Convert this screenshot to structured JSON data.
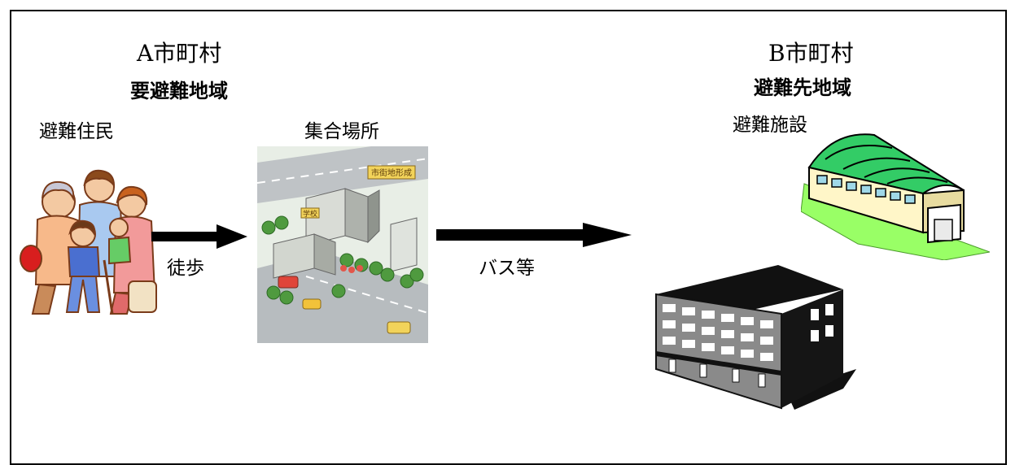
{
  "municipality_a": {
    "name": "A市町村",
    "area_label": "要避難地域",
    "residents_label": "避難住民",
    "gathering_label": "集合場所",
    "map_sign_town": "市街地形成",
    "map_sign_school": "学校"
  },
  "municipality_b": {
    "name": "B市町村",
    "area_label": "避難先地域",
    "facility_label": "避難施設"
  },
  "transport": {
    "walk_label": "徒歩",
    "bus_label": "バス等"
  },
  "colors": {
    "border": "#000000",
    "arrow": "#000000",
    "gym_roof": "#33cc66",
    "gym_wall": "#fff6c8",
    "gym_floor": "#99ff66",
    "building_dark": "#111111",
    "building_gray": "#8a8a8a"
  }
}
